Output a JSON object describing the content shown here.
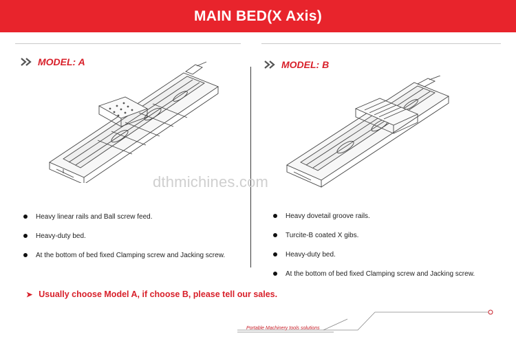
{
  "header": {
    "title": "MAIN BED(X Axis)"
  },
  "model_a": {
    "label": "MODEL: A",
    "bullets": [
      "Heavy linear rails and Ball screw feed.",
      "Heavy-duty bed.",
      "At the bottom of bed fixed Clamping screw and Jacking screw."
    ]
  },
  "model_b": {
    "label": "MODEL: B",
    "bullets": [
      "Heavy dovetail groove rails.",
      "Turcite-B coated X gibs.",
      "Heavy-duty bed.",
      "At the bottom of bed fixed Clamping screw and Jacking screw."
    ]
  },
  "watermark": "dthmichines.com",
  "note": "Usually choose Model A, if choose B, please tell our sales.",
  "footer": {
    "tagline": "Portable Machinery tools solutions"
  },
  "colors": {
    "accent": "#e8242c",
    "text": "#222222",
    "line": "#3a3a3a"
  }
}
